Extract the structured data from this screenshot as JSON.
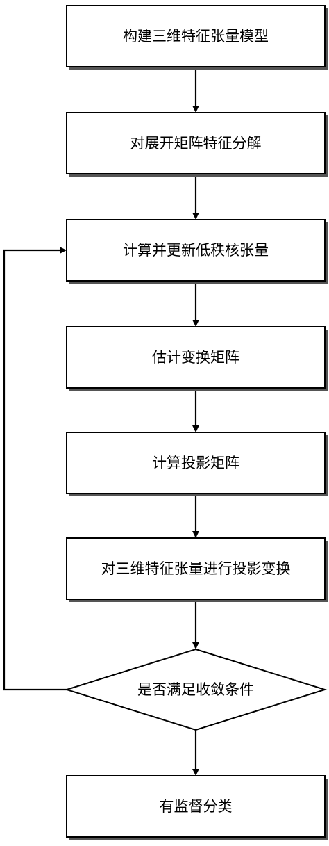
{
  "diagram": {
    "steps": [
      {
        "id": "s1",
        "label": "构建三维特征张量模型"
      },
      {
        "id": "s2",
        "label": "对展开矩阵特征分解"
      },
      {
        "id": "s3",
        "label": "计算并更新低秩核张量"
      },
      {
        "id": "s4",
        "label": "估计变换矩阵"
      },
      {
        "id": "s5",
        "label": "计算投影矩阵"
      },
      {
        "id": "s6",
        "label": "对三维特征张量进行投影变换"
      }
    ],
    "decision": {
      "id": "d1",
      "label": "是否满足收敛条件"
    },
    "final": {
      "id": "s7",
      "label": "有监督分类"
    }
  },
  "colors": {
    "line": "#000000",
    "box_fill": "#ffffff",
    "shadow": "#555555"
  }
}
